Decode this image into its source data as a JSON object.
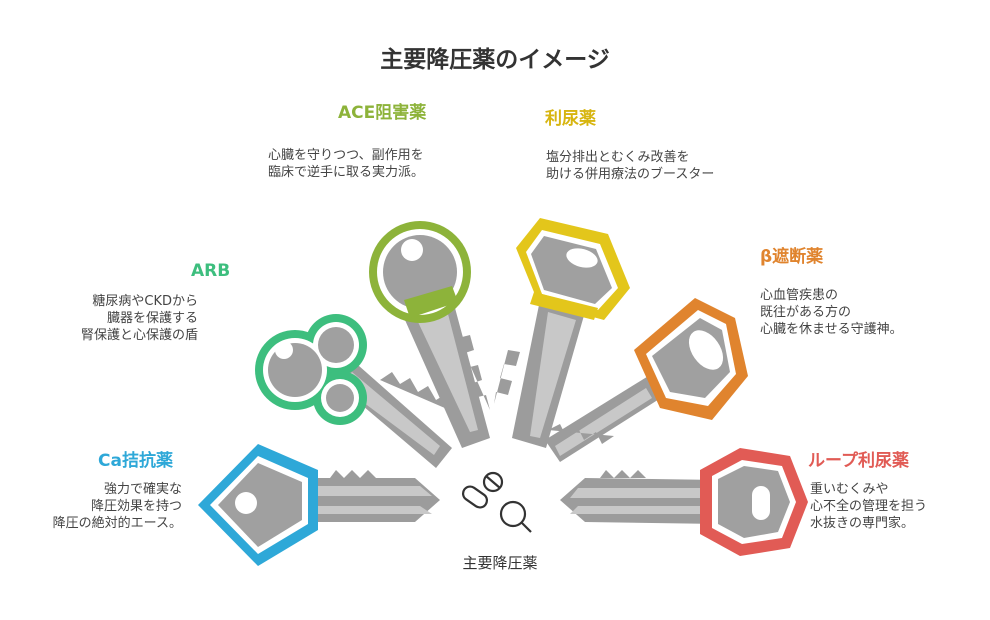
{
  "title": "主要降圧薬のイメージ",
  "center_label": "主要降圧薬",
  "center_icon": "pills-magnifier-icon",
  "keys": [
    {
      "id": "ace",
      "label": "ACE阻害薬",
      "color": "#8DB33A",
      "desc": [
        "心臓を守りつつ、副作用を",
        "臨床で逆手に取る実力派。"
      ]
    },
    {
      "id": "diuretic",
      "label": "利尿薬",
      "color": "#E3C61B",
      "desc": [
        "塩分排出とむくみ改善を",
        "助ける併用療法のブースター"
      ]
    },
    {
      "id": "arb",
      "label": "ARB",
      "color": "#3DBE7E",
      "desc": [
        "糖尿病やCKDから",
        "臓器を保護する",
        "腎保護と心保護の盾"
      ]
    },
    {
      "id": "beta",
      "label": "β遮断薬",
      "color": "#E0842E",
      "desc": [
        "心血管疾患の",
        "既往がある方の",
        "心臓を休ませる守護神。"
      ]
    },
    {
      "id": "ca",
      "label": "Ca拮抗薬",
      "color": "#2EA8D8",
      "desc": [
        "強力で確実な",
        "降圧効果を持つ",
        "降圧の絶対的エース。"
      ]
    },
    {
      "id": "loop",
      "label": "ループ利尿薬",
      "color": "#E15B55",
      "desc": [
        "重いむくみや",
        "心不全の管理を担う",
        "水抜きの専門家。"
      ]
    }
  ]
}
